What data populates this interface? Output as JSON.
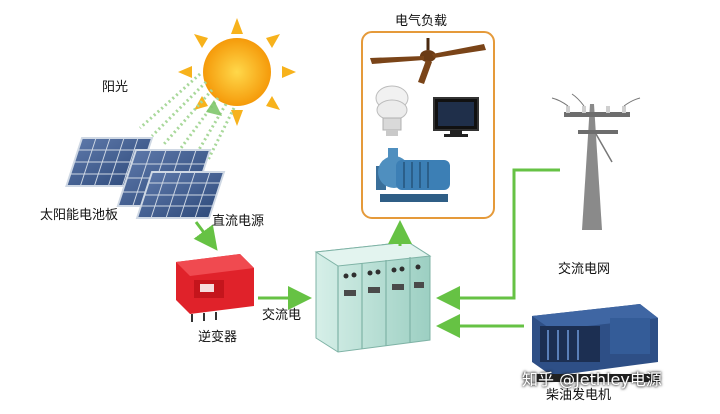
{
  "labels": {
    "sunlight": "阳光",
    "solar_panel": "太阳能电池板",
    "dc_power": "直流电源",
    "inverter": "逆变器",
    "ac_power": "交流电",
    "electrical_load": "电气负载",
    "ac_grid": "交流电网",
    "generator": "柴油发电机"
  },
  "watermark": "知乎 @Jethley电源",
  "colors": {
    "arrow": "#66c244",
    "load_box_border": "#e59a3a",
    "sun": "#f6a70f",
    "sunbeam": "#a8d89a",
    "inverter_body": "#e0222a",
    "cabinet": "#bfe0d8",
    "generator_body": "#2e4f86"
  }
}
